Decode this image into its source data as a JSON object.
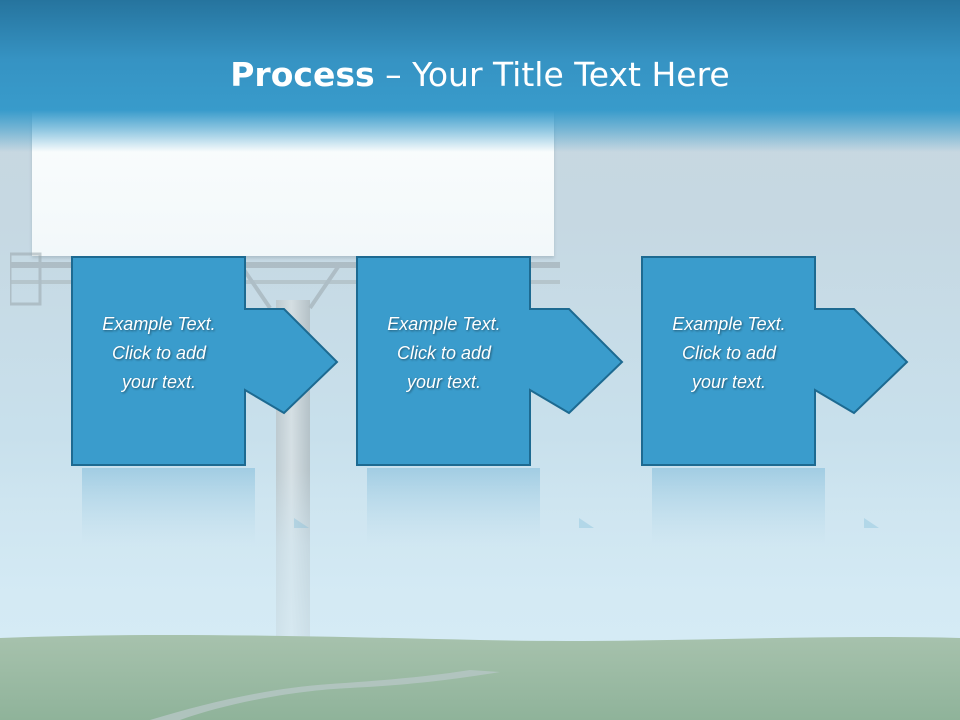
{
  "title": {
    "bold": "Process",
    "rest": " – Your Title Text Here"
  },
  "colors": {
    "title_bar": "#3795c5",
    "step_fill": "#3a9ccc",
    "step_border": "#1d6a91",
    "title_text": "#ffffff"
  },
  "steps": [
    {
      "line1": "Example Text.",
      "line2": "Click  to add",
      "line3": "your text."
    },
    {
      "line1": "Example Text.",
      "line2": "Click  to add",
      "line3": "your text."
    },
    {
      "line1": "Example Text.",
      "line2": "Click  to add",
      "line3": "your text."
    }
  ]
}
